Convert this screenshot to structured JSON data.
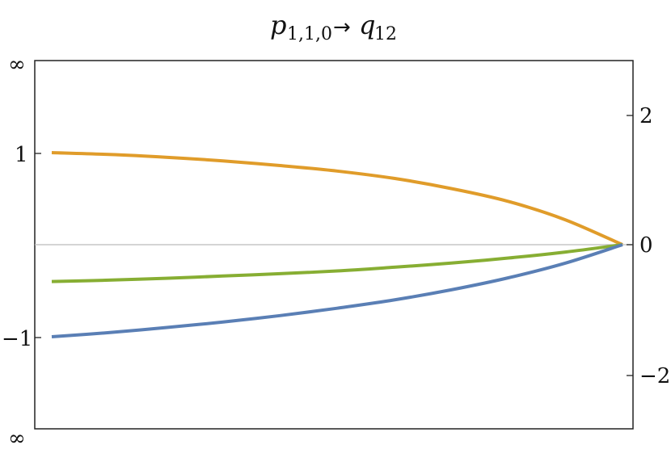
{
  "chart_data": {
    "type": "line",
    "title": "p_{1,1,0} → q_{12}",
    "title_parts": {
      "p": "p",
      "p_sub": "1,1,0",
      "arrow": "→",
      "q": "q",
      "q_sub": "12"
    },
    "xlabel": "",
    "ylabel": "",
    "left_axis": {
      "ticks": [
        {
          "label": "∞",
          "value": "inf_top"
        },
        {
          "label": "1",
          "value": 1
        },
        {
          "label": "−1",
          "value": -1
        },
        {
          "label": "∞",
          "value": "inf_bottom"
        }
      ]
    },
    "right_axis": {
      "ticks": [
        {
          "label": "2",
          "value": 2
        },
        {
          "label": "0",
          "value": 0
        },
        {
          "label": "−2",
          "value": -2
        }
      ]
    },
    "zero_line": true,
    "grid": false,
    "x": [
      0,
      0.1,
      0.2,
      0.3,
      0.4,
      0.5,
      0.6,
      0.7,
      0.8,
      0.9,
      1.0
    ],
    "series": [
      {
        "name": "orange",
        "color": "#E09C2A",
        "values": [
          1.0,
          0.98,
          0.95,
          0.91,
          0.86,
          0.8,
          0.72,
          0.61,
          0.47,
          0.27,
          0.0
        ]
      },
      {
        "name": "green",
        "color": "#87AE33",
        "values": [
          -0.4,
          -0.385,
          -0.365,
          -0.34,
          -0.315,
          -0.285,
          -0.245,
          -0.2,
          -0.145,
          -0.08,
          0.0
        ]
      },
      {
        "name": "blue",
        "color": "#5A7FB5",
        "values": [
          -1.0,
          -0.955,
          -0.9,
          -0.84,
          -0.77,
          -0.69,
          -0.6,
          -0.49,
          -0.36,
          -0.2,
          0.0
        ]
      }
    ]
  }
}
